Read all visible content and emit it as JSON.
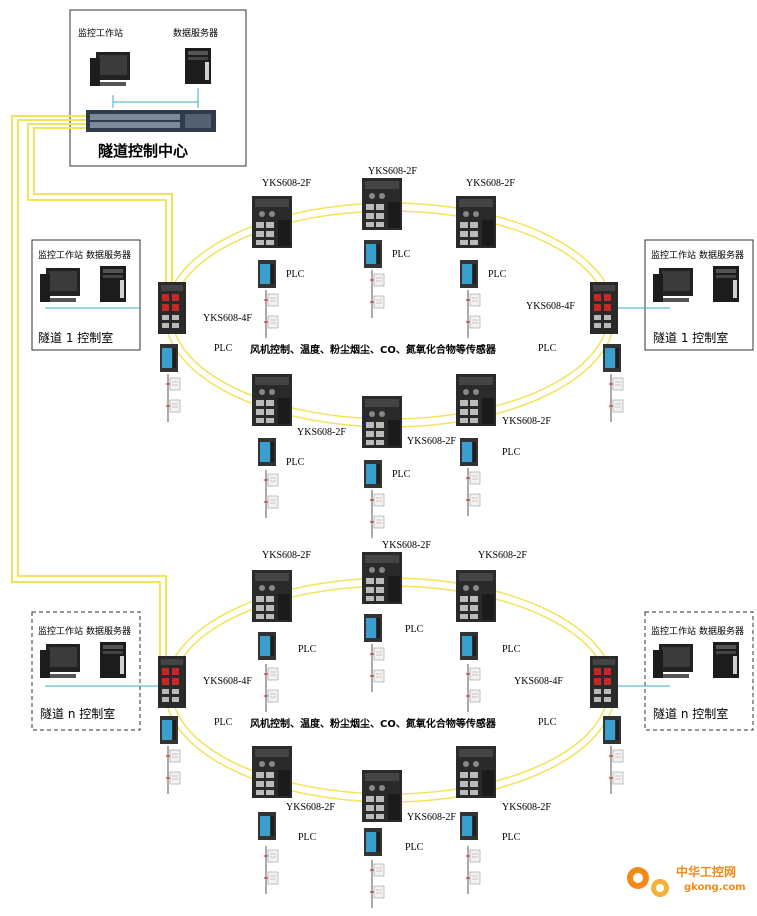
{
  "center": {
    "title": "隧道控制中心",
    "workstation_label": "监控工作站",
    "server_label": "数据服务器"
  },
  "rooms": [
    {
      "id": "r1-left",
      "workstation_label": "监控工作站",
      "server_label": "数据服务器",
      "name": "隧道 1 控制室"
    },
    {
      "id": "r1-right",
      "workstation_label": "监控工作站",
      "server_label": "数据服务器",
      "name": "隧道 1 控制室"
    },
    {
      "id": "rn-left",
      "workstation_label": "监控工作站",
      "server_label": "数据服务器",
      "name": "隧道 n 控制室"
    },
    {
      "id": "rn-right",
      "workstation_label": "监控工作站",
      "server_label": "数据服务器",
      "name": "隧道 n 控制室"
    }
  ],
  "ring_labels": {
    "switch_2f": "YKS608-2F",
    "switch_4f": "YKS608-4F",
    "plc": "PLC"
  },
  "sensor_text": "风机控制、温度、粉尘烟尘、CO、氮氧化合物等传感器",
  "watermark": {
    "brand": "中华工控网",
    "url": "gkong.com"
  },
  "colors": {
    "fiber": "#f2e35a",
    "fiber_dark": "#d9c21c",
    "link": "#3fa9c9",
    "device_dark": "#2b2b2b",
    "device_blue": "#3a9fcf",
    "fiber_port": "#c62828",
    "watermark_orange": "#f28a1a"
  }
}
